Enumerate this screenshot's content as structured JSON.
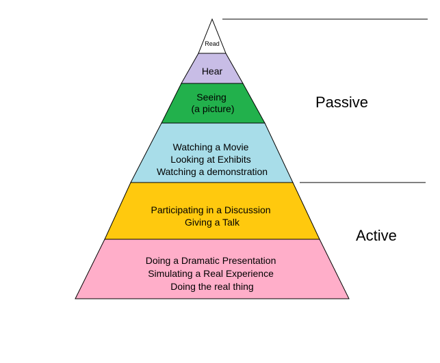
{
  "pyramid": {
    "tiers": [
      {
        "id": "read",
        "color": "#ffffff",
        "lines": [
          "Read"
        ]
      },
      {
        "id": "hear",
        "color": "#c8bde6",
        "lines": [
          "Hear"
        ]
      },
      {
        "id": "seeing",
        "color": "#22b14c",
        "lines": [
          "Seeing",
          "(a picture)"
        ]
      },
      {
        "id": "watching",
        "color": "#a8dde9",
        "lines": [
          "Watching a Movie",
          "Looking at Exhibits",
          "Watching a demonstration"
        ]
      },
      {
        "id": "participating",
        "color": "#ffc90e",
        "lines": [
          "Participating in a Discussion",
          "Giving a Talk"
        ]
      },
      {
        "id": "doing",
        "color": "#ffaec9",
        "lines": [
          "Doing a Dramatic Presentation",
          "Simulating a Real Experience",
          "Doing the real thing"
        ]
      }
    ]
  },
  "groups": {
    "passive": {
      "label": "Passive"
    },
    "active": {
      "label": "Active"
    }
  }
}
